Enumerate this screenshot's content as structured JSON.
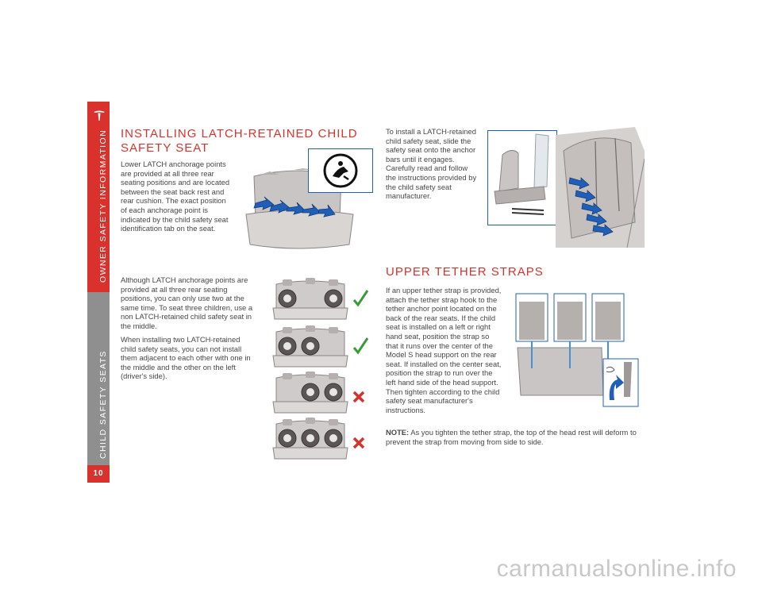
{
  "sidebar": {
    "section_top": "OWNER SAFETY INFORMATION",
    "section_bottom": "CHILD SAFETY SEATS",
    "page_number": "10"
  },
  "latch": {
    "heading": "INSTALLING LATCH-RETAINED CHILD SAFETY SEAT",
    "para1": "Lower LATCH anchorage points are provided at all three rear seating positions and are located between the seat back rest and rear cushion. The exact position of each anchorage point is indicated by the child safety seat identification tab on the seat.",
    "para2": "Although LATCH anchorage points are provided at all three rear seating positions, you can only use two at the same time. To seat three children, use a non LATCH-retained child safety seat in the middle.",
    "para3": "When installing two LATCH-retained child safety seats, you can not install them adjacent to each other with one in the middle and the other on the left (driver's side).",
    "install_text": "To install a LATCH-retained child safety seat, slide the safety seat onto the anchor bars until it engages. Carefully read and follow the instructions provided by the child safety seat manufacturer."
  },
  "tether": {
    "heading": "UPPER TETHER STRAPS",
    "para": "If an upper tether strap is provided, attach the tether strap hook to the tether anchor point located on the back of the rear seats. If the child seat is installed on a left or right hand seat, position the strap so that it runs over the center of the Model S head support on the rear seat. If installed on the center seat, position the strap to run over the left hand side of the head support. Then tighten according to the child safety seat manufacturer's instructions.",
    "note_label": "NOTE:",
    "note_text": " As you tighten the tether strap, the top of the head rest will deform to prevent the strap from moving from side to side."
  },
  "configs": [
    {
      "result": "allowed"
    },
    {
      "result": "allowed"
    },
    {
      "result": "not-allowed"
    },
    {
      "result": "not-allowed"
    }
  ],
  "watermark": "carmanualsonline.info",
  "colors": {
    "accent": "#d9322c",
    "gray": "#8f8f8f",
    "blue": "#1f5fb8",
    "check": "#3a9a3a"
  }
}
